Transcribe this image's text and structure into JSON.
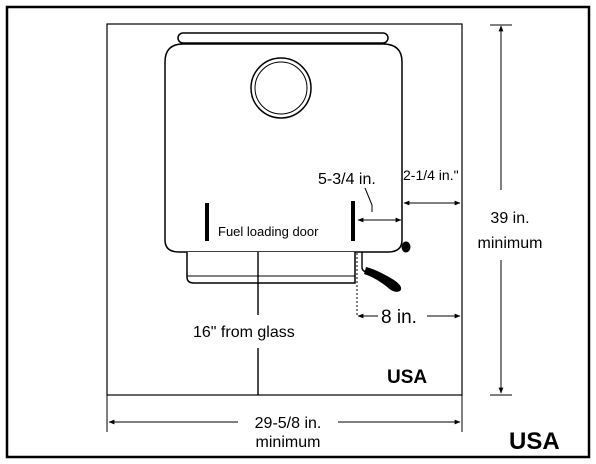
{
  "labels": {
    "dim_side_stove": "5-3/4 in.",
    "dim_side_wall": "2-1/4 in.\"",
    "dim_front": "8 in.",
    "door": "Fuel loading door",
    "glass": "16\" from glass",
    "height_value": "39 in.",
    "height_sub": "minimum",
    "width_value": "29-5/8 in.",
    "width_sub": "minimum",
    "region_inner": "USA",
    "region_outer": "USA"
  },
  "colors": {
    "line": "#000000",
    "background": "#ffffff"
  }
}
